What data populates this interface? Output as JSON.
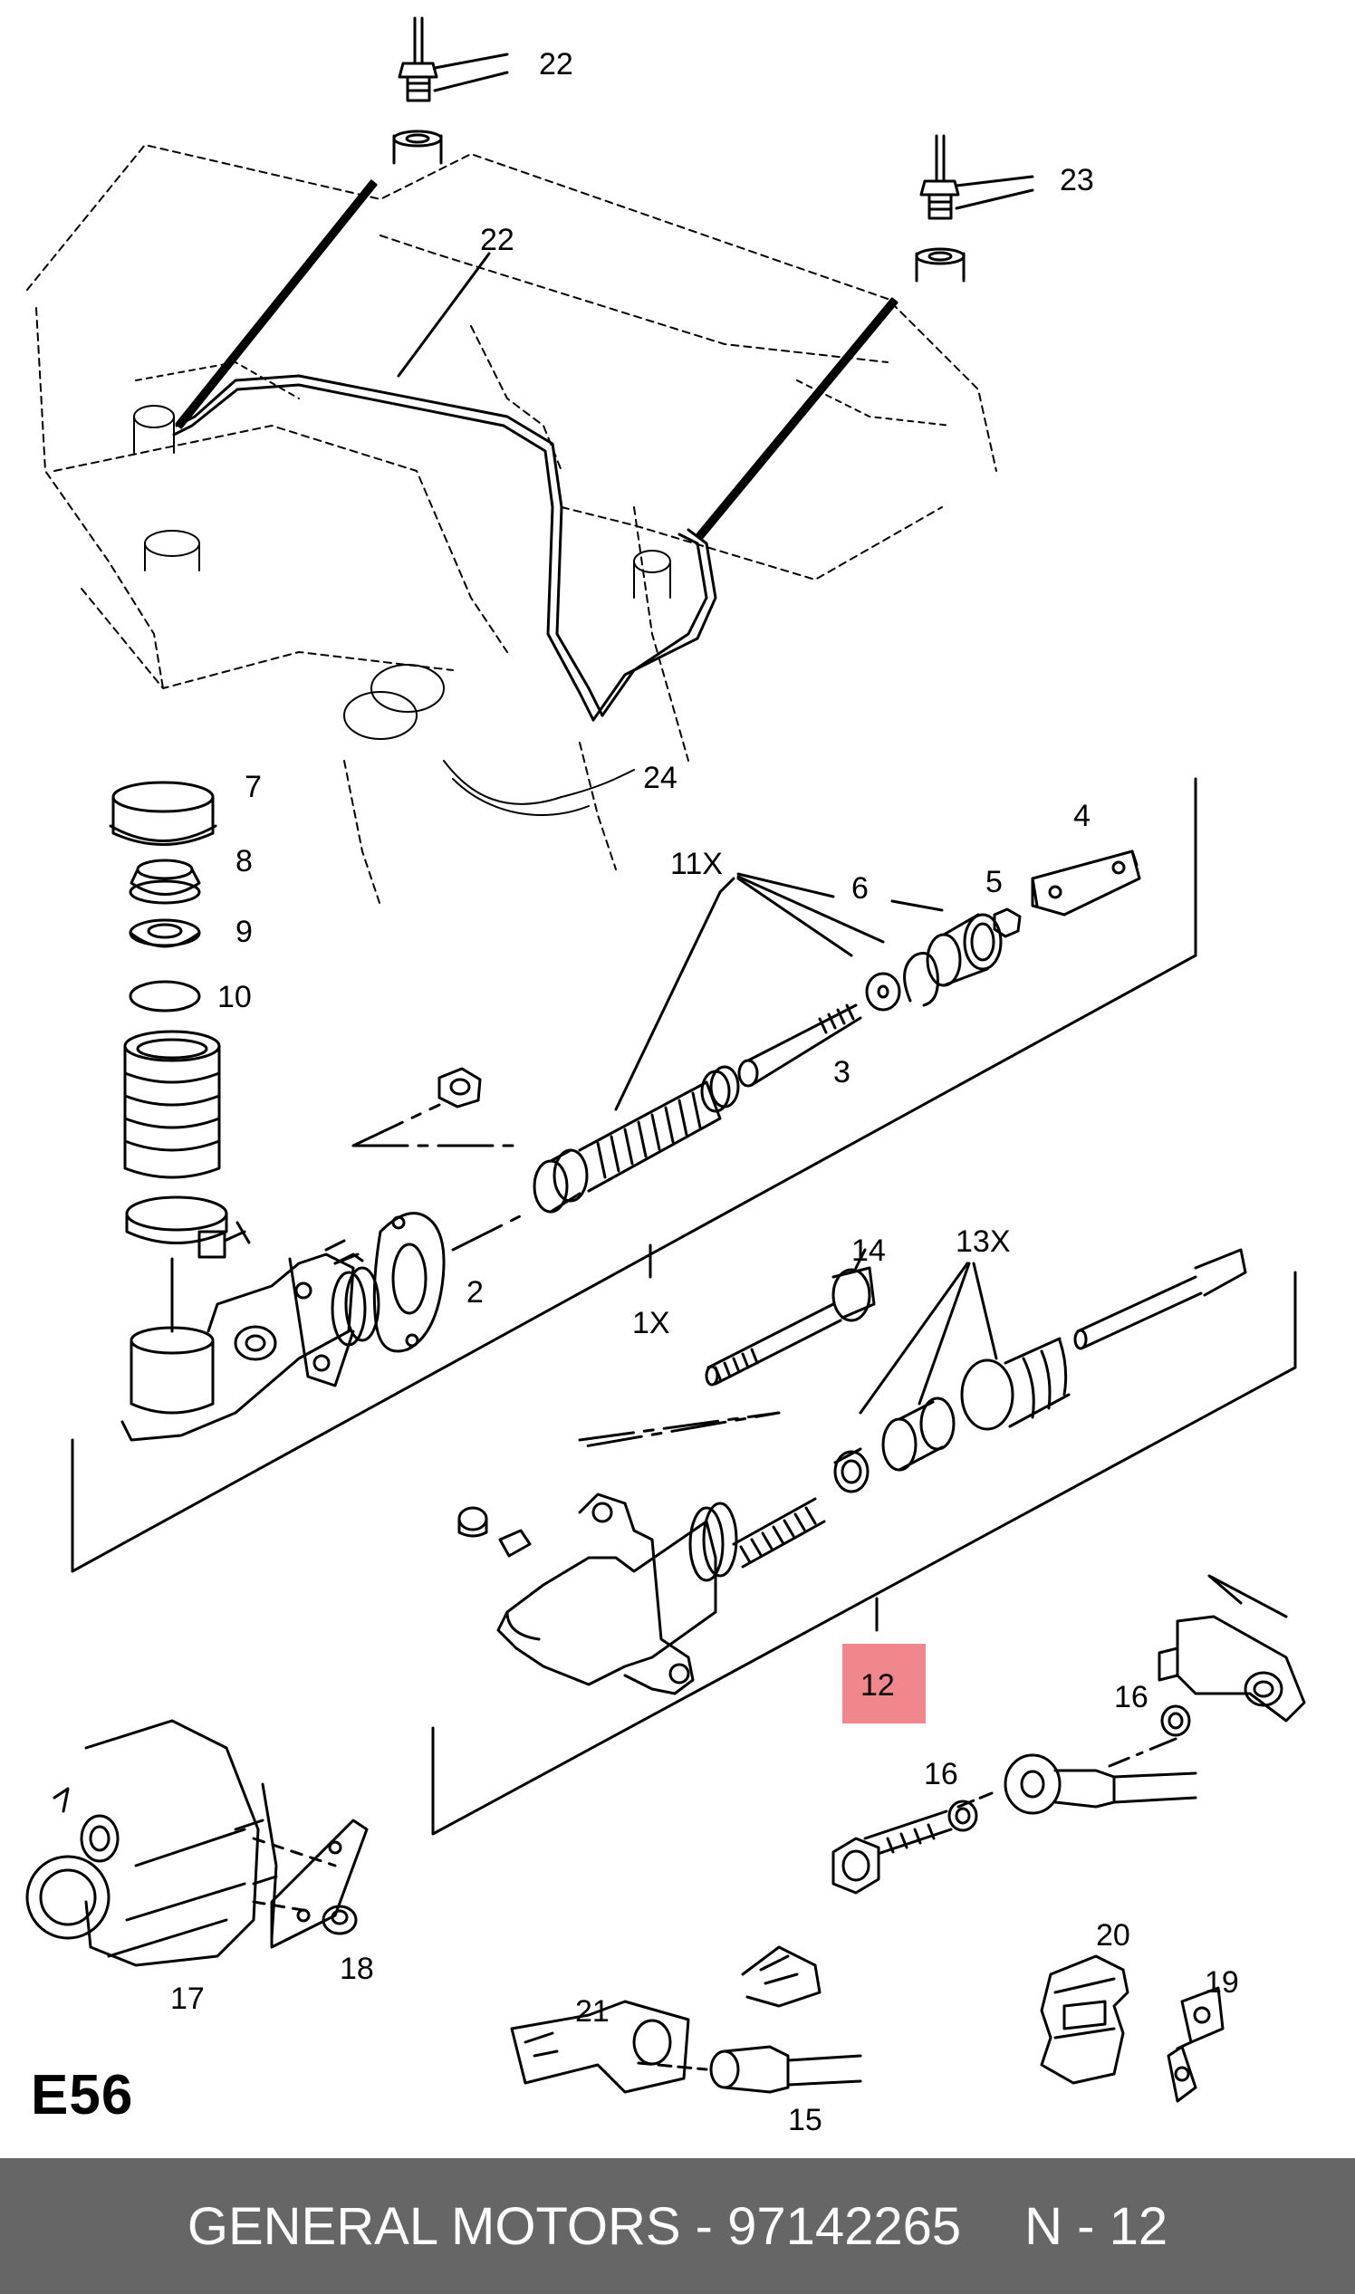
{
  "diagram": {
    "code": "E56",
    "highlighted_callout": "12",
    "highlight_color": "#f0878c",
    "callouts": {
      "c22a": "22",
      "c23": "23",
      "c22b": "22",
      "c24": "24",
      "c7": "7",
      "c8": "8",
      "c9": "9",
      "c10": "10",
      "c4": "4",
      "c11x": "11X",
      "c6": "6",
      "c5": "5",
      "c3": "3",
      "c2": "2",
      "c1x": "1X",
      "c14": "14",
      "c13x": "13X",
      "c12": "12",
      "c16a": "16",
      "c16b": "16",
      "c17": "17",
      "c18": "18",
      "c20": "20",
      "c19": "19",
      "c21": "21",
      "c15": "15"
    }
  },
  "footer": {
    "brand": "GENERAL MOTORS",
    "dash": "-",
    "part_number": "97142265",
    "page_ref": "N - 12"
  }
}
